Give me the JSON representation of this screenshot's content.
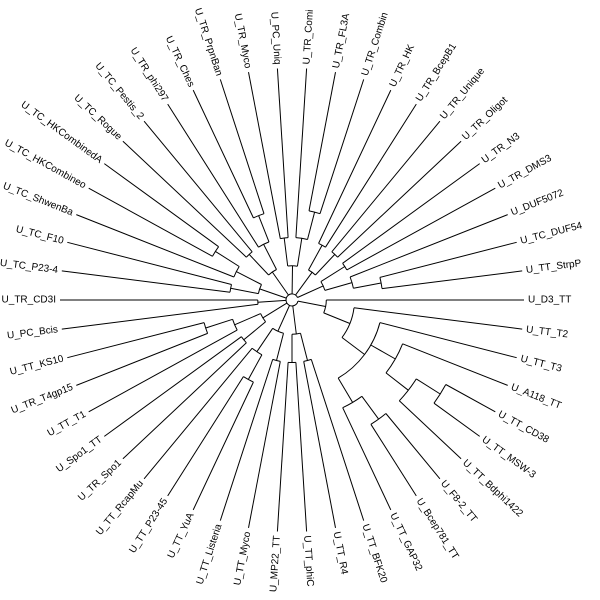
{
  "tree": {
    "leaves": [
      "U_D3_TT",
      "U_TT_T2",
      "U_TT_T3",
      "U_A118_TT",
      "U_TT_CD38",
      "U_TT_MSW-3",
      "U_TT_Bdphi1422",
      "U_F8-2_TT",
      "U_Bcep781_TT",
      "U_TT_GAP32",
      "U_TT_BFK20",
      "U_TT_R4",
      "U_TT_phiC",
      "U_MP22_TT",
      "U_TT_Myco",
      "U_TT_Listeria",
      "U_TT_YuA",
      "U_TT_P23-45",
      "U_TT_RcapMu",
      "U_TR_Spo1",
      "U_Spo1_TT",
      "U_TT_T1",
      "U_TR_T4gp15",
      "U_TT_KS10",
      "U_PC_Bcis",
      "U_TR_CD3I",
      "U_TC_P23-4",
      "U_TC_F10",
      "U_TC_ShwenBa",
      "U_TC_HKCombineo",
      "U_TC_HKCombinedA",
      "U_TC_Rogue",
      "U_TC_Pestis_2",
      "U_TR_phi297",
      "U_TR_Ches",
      "U_TR_PrpnBan",
      "U_TR_Myco",
      "U_PC_Uniq",
      "U_TR_Comi",
      "U_TR_FL3A",
      "U_TR_Combin",
      "U_TR_HK",
      "U_TR_BcepB1",
      "U_TR_Unique",
      "U_TR_Oligot",
      "U_TR_N3",
      "U_TR_DMS3",
      "U_DUF5072",
      "U_TC_DUF54",
      "U_TT_StrpP"
    ]
  }
}
